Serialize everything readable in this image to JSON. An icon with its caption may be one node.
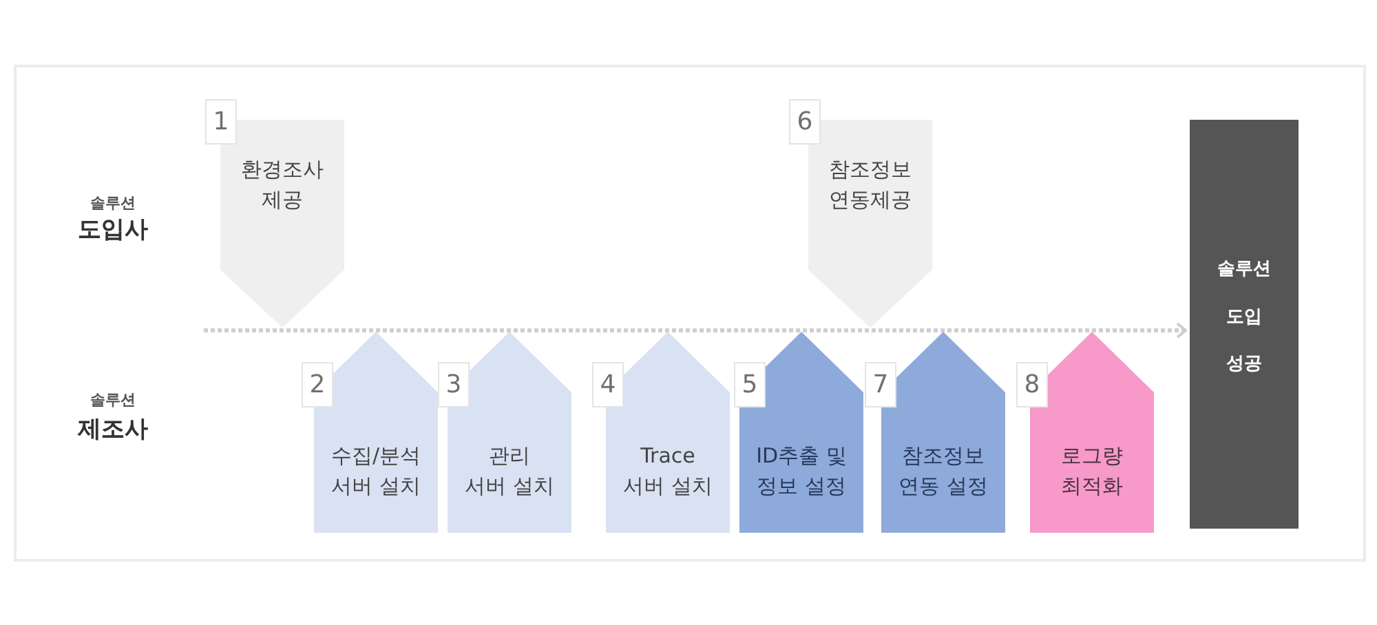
{
  "diagram": {
    "nodes": [
      {
        "text": [
          "1",
          "환경조사 제공"
        ]
      },
      {
        "text": [
          "2",
          "수집/분석 서버 설치"
        ]
      },
      {
        "text": [
          "3",
          "관리 서버 설치"
        ]
      },
      {
        "text": [
          "4",
          "Trace 서버 설치"
        ]
      },
      {
        "text": [
          "5",
          "ID추출 및 정보 설정"
        ]
      },
      {
        "text": [
          "6",
          "참조정보 연동제공"
        ]
      },
      {
        "text": [
          "7",
          "참조정보 연동 설정"
        ]
      },
      {
        "text": [
          "8",
          "로그량 최적화"
        ]
      },
      {
        "text": [
          "솔루션 도입 성공"
        ]
      }
    ],
    "edges": [
      {
        "from": null,
        "to": 8,
        "arrow": "to",
        "style": "dashed"
      }
    ],
    "labels": [
      "솔루션",
      "도입사",
      "솔루션",
      "제조사"
    ]
  }
}
